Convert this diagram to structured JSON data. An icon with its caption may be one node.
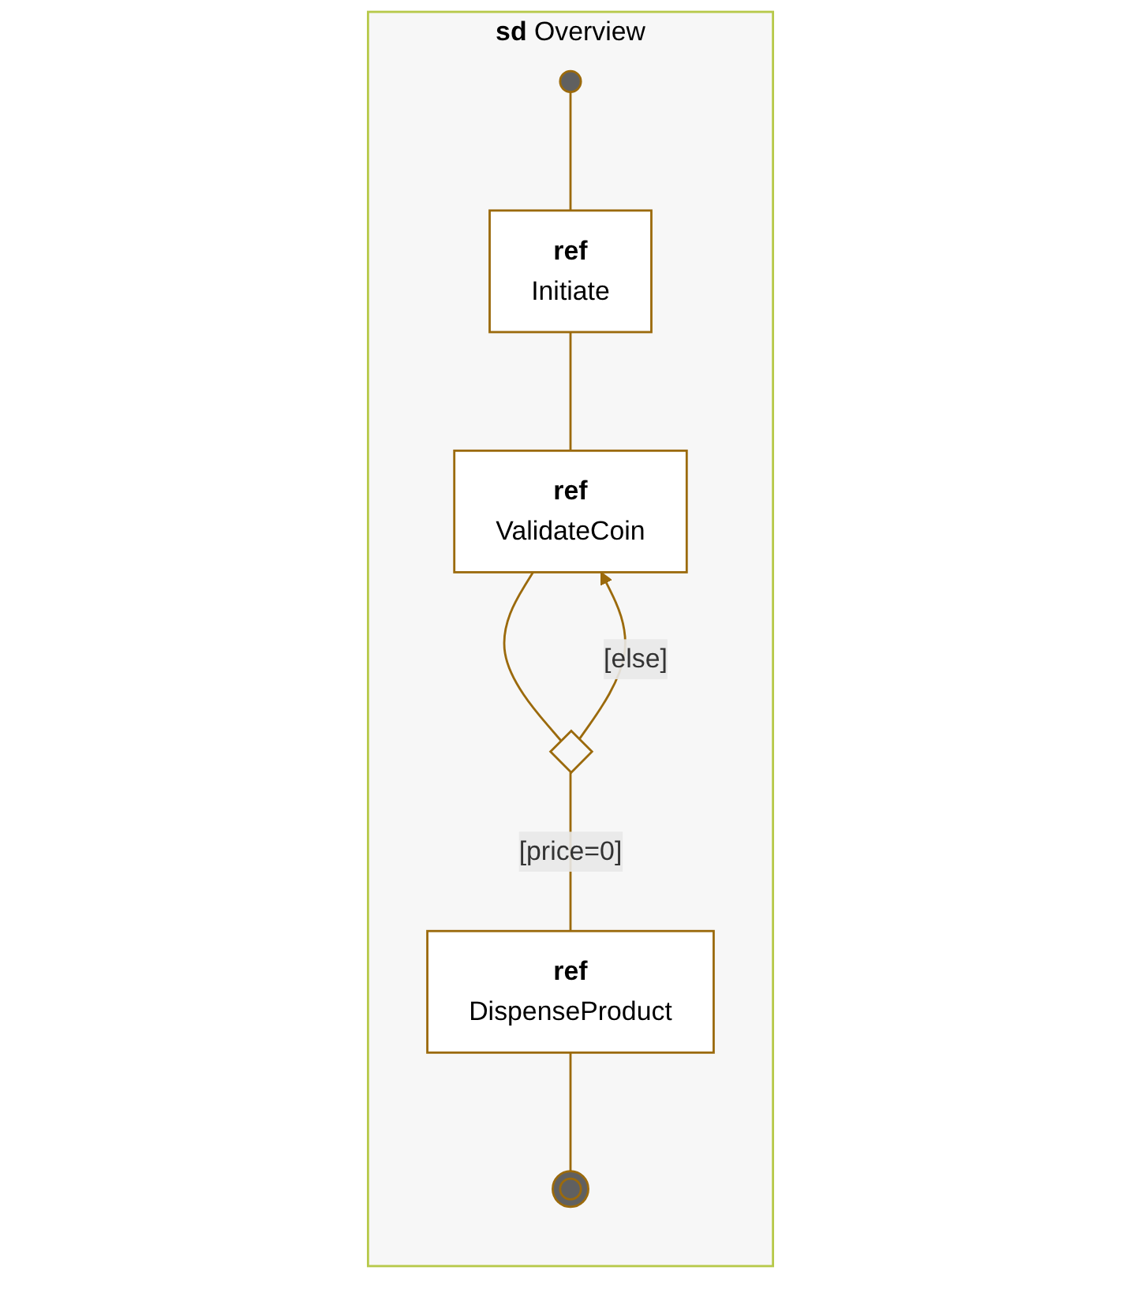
{
  "diagram": {
    "nodes": [
      {
        "text": [
          "**sd** Overview"
        ]
      },
      {
        "text": [],
        "shape": "circle",
        "in": 0
      },
      {
        "text": [
          "ref",
          "Initiate"
        ],
        "in": 0
      },
      {
        "text": [
          "ref",
          "ValidateCoin"
        ],
        "in": 0
      },
      {
        "text": [],
        "shape": "diamond",
        "in": 0
      },
      {
        "text": [
          "ref",
          "DispenseProduct"
        ],
        "in": 0
      },
      {
        "text": [],
        "shape": "circle",
        "in": 0
      }
    ],
    "edges": [
      {
        "from": 1,
        "to": 2,
        "arrow": "none"
      },
      {
        "from": 2,
        "to": 3,
        "arrow": "none"
      },
      {
        "from": 3,
        "to": 4,
        "arrow": "none"
      },
      {
        "from": 4,
        "to": 3,
        "arrow": "to",
        "label": "[else]"
      },
      {
        "from": 4,
        "to": 5,
        "arrow": "none",
        "label": "[price=0]"
      },
      {
        "from": 5,
        "to": 6,
        "arrow": "none"
      }
    ]
  }
}
